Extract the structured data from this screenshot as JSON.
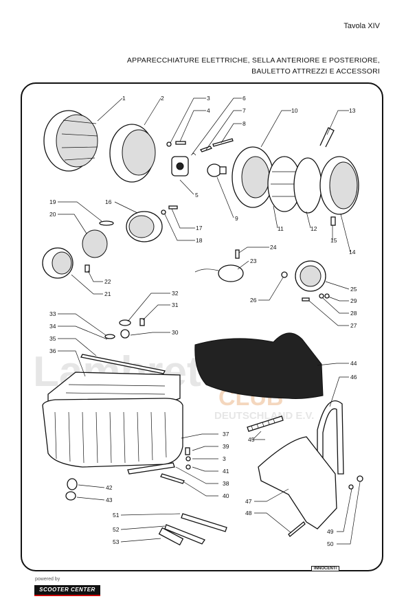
{
  "header": {
    "plate": "Tavola XIV",
    "title_line1": "APPARECCHIATURE ELETTRICHE, SELLA ANTERIORE E POSTERIORE,",
    "title_line2": "BAULETTO ATTREZZI E ACCESSORI"
  },
  "watermark": {
    "main": "Lambretta",
    "club": "CLUB",
    "country": "DEUTSCHLAND E.V."
  },
  "footer": {
    "powered": "powered by",
    "brand": "SCOOTER CENTER",
    "maker": "INNOCENTI"
  },
  "labels": [
    "1",
    "2",
    "3",
    "4",
    "5",
    "6",
    "7",
    "8",
    "9",
    "10",
    "11",
    "12",
    "13",
    "14",
    "15",
    "16",
    "17",
    "18",
    "19",
    "20",
    "21",
    "22",
    "23",
    "24",
    "25",
    "26",
    "27",
    "28",
    "29",
    "30",
    "31",
    "32",
    "33",
    "34",
    "35",
    "36",
    "37",
    "38",
    "39",
    "3",
    "40",
    "41",
    "42",
    "43",
    "44",
    "45",
    "46",
    "47",
    "48",
    "49",
    "50",
    "51",
    "52",
    "53"
  ]
}
